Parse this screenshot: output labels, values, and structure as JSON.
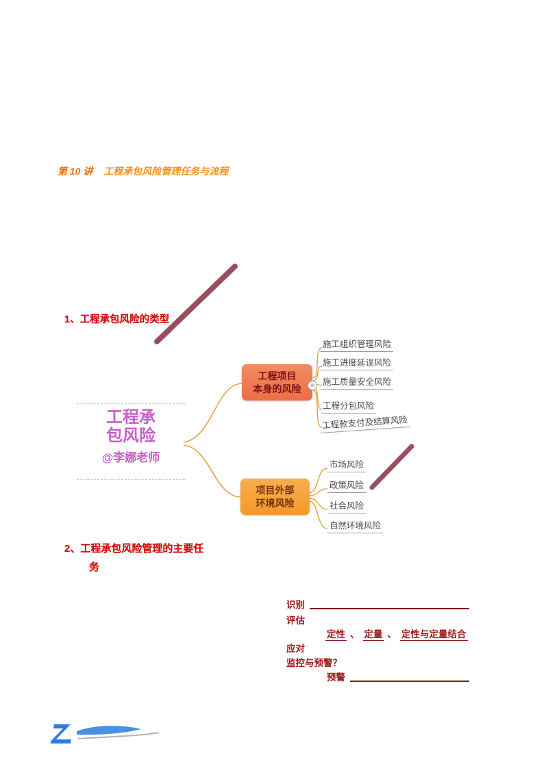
{
  "header": {
    "lecture_label": "第 10 讲",
    "lecture_title": "工程承包风险管理任务与流程"
  },
  "sections": {
    "s1_title": "1、工程承包风险的类型",
    "s2_title_line1": "2、工程承包风险管理的主要任",
    "s2_title_line2": "务"
  },
  "mindmap": {
    "center": {
      "line1": "工程承",
      "line2": "包风险",
      "watermark": "@李娜老师"
    },
    "branches": [
      {
        "label_line1": "工程项目",
        "label_line2": "本身的风险",
        "children": [
          "施工组织管理风险",
          "施工进度延误风险",
          "施工质量安全风险",
          "工程分包风险",
          "工程款支付及结算风险"
        ]
      },
      {
        "label_line1": "项目外部",
        "label_line2": "环境风险",
        "children": [
          "市场风险",
          "政策风险",
          "社会风险",
          "自然环境风险"
        ]
      }
    ]
  },
  "notes": {
    "item1": "识别",
    "item2": "评估",
    "item2_parts": [
      "定性",
      "定量",
      "定性与定量结合"
    ],
    "separator": "、",
    "item3": "应对",
    "item4": "监控与预警？",
    "item5": "预警"
  },
  "colors": {
    "accent_orange": "#F08518",
    "heading_red": "#D40707",
    "note_red": "#9E1616",
    "branch1_bg": "#EE7B50",
    "branch2_bg": "#F5A340",
    "center_text": "#C75FC7",
    "annotation_stroke": "#8E4050"
  }
}
